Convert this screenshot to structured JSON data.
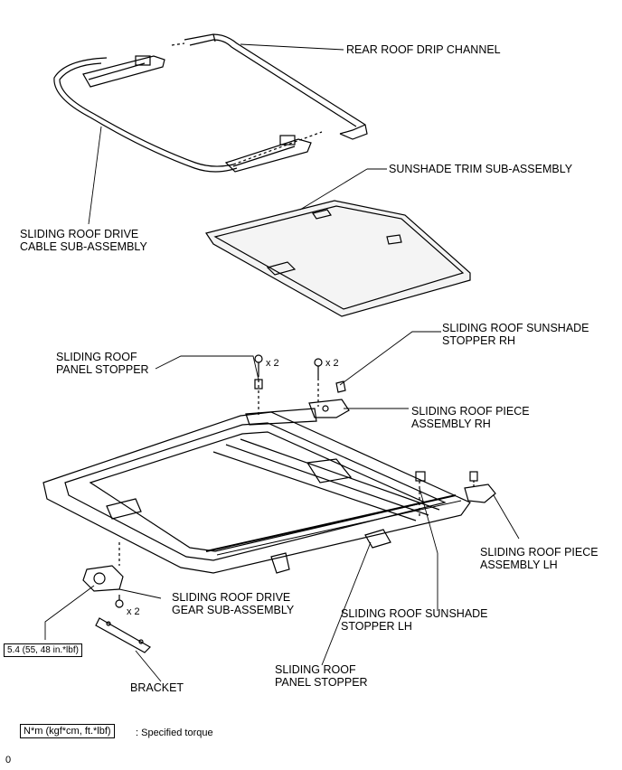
{
  "labels": {
    "rear_roof_drip_channel": "REAR ROOF DRIP CHANNEL",
    "sunshade_trim": "SUNSHADE TRIM SUB-ASSEMBLY",
    "drive_cable": "SLIDING ROOF DRIVE\nCABLE SUB-ASSEMBLY",
    "panel_stopper_top": "SLIDING ROOF\nPANEL STOPPER",
    "sunshade_stopper_rh": "SLIDING ROOF SUNSHADE\nSTOPPER RH",
    "piece_assembly_rh": "SLIDING ROOF PIECE\nASSEMBLY RH",
    "piece_assembly_lh": "SLIDING ROOF PIECE\nASSEMBLY LH",
    "drive_gear": "SLIDING ROOF DRIVE\nGEAR SUB-ASSEMBLY",
    "sunshade_stopper_lh": "SLIDING ROOF SUNSHADE\nSTOPPER LH",
    "panel_stopper_bottom": "SLIDING ROOF\nPANEL STOPPER",
    "bracket": "BRACKET",
    "qty_1": "x 2",
    "qty_2": "x 2",
    "qty_3": "x 2"
  },
  "torque": "5.4 (55, 48 in.*lbf)",
  "legend": {
    "box": "N*m (kgf*cm, ft.*lbf)",
    "text": ": Specified torque"
  },
  "footer": "0"
}
